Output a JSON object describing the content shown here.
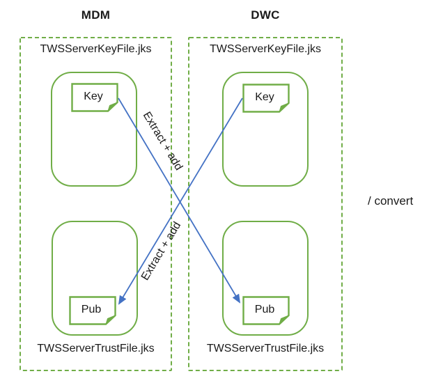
{
  "colors": {
    "green": "#70AD47",
    "blue": "#4472C4",
    "text": "#1a1a1a"
  },
  "columns": [
    {
      "title": "MDM",
      "keystore_file": "TWSServerKeyFile.jks",
      "truststore_file": "TWSServerTrustFile.jks",
      "key_doc_label": "Key",
      "pub_doc_label": "Pub"
    },
    {
      "title": "DWC",
      "keystore_file": "TWSServerKeyFile.jks",
      "truststore_file": "TWSServerTrustFile.jks",
      "key_doc_label": "Key",
      "pub_doc_label": "Pub"
    }
  ],
  "arrows": [
    {
      "label": "Extract + add",
      "from": "MDM Key",
      "to": "DWC Pub"
    },
    {
      "label": "Extract + add",
      "from": "DWC Key",
      "to": "MDM Pub"
    }
  ],
  "side_note": "/ convert"
}
